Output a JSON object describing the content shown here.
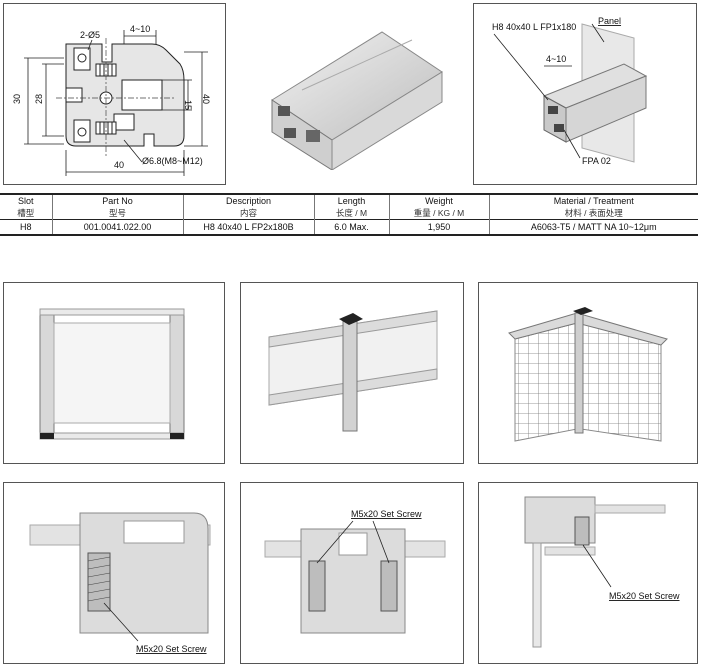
{
  "drawing": {
    "dims": {
      "holes": "2-Ø5",
      "slot_range": "4~10",
      "height_outer": "30",
      "height_inner": "28",
      "right_small": "15",
      "right_large": "40",
      "bottom_width": "40",
      "hole_spec": "Ø6.8(M8~M12)"
    },
    "panel_view": {
      "callout": "H8 40x40 L FP1x180",
      "panel_label": "Panel",
      "gap": "4~10",
      "fpa": "FPA 02"
    }
  },
  "table": {
    "headers": [
      {
        "en": "Slot",
        "cn": "槽型"
      },
      {
        "en": "Part No",
        "cn": "型号"
      },
      {
        "en": "Description",
        "cn": "内容"
      },
      {
        "en": "Length",
        "cn": "长度 / M"
      },
      {
        "en": "Weight",
        "cn": "重量 / KG / M"
      },
      {
        "en": "Material / Treatment",
        "cn": "材料 / 表面处理"
      }
    ],
    "row": {
      "slot": "H8",
      "part_no": "001.0041.022.00",
      "description": "H8 40x40 L FP2x180B",
      "length": "6.0 Max.",
      "weight": "1,950",
      "material": "A6063-T5 / MATT NA 10~12μm"
    }
  },
  "screw_labels": {
    "left": "M5x20 Set Screw",
    "middle": "M5x20 Set Screw",
    "right": "M5x20 Set Screw"
  }
}
